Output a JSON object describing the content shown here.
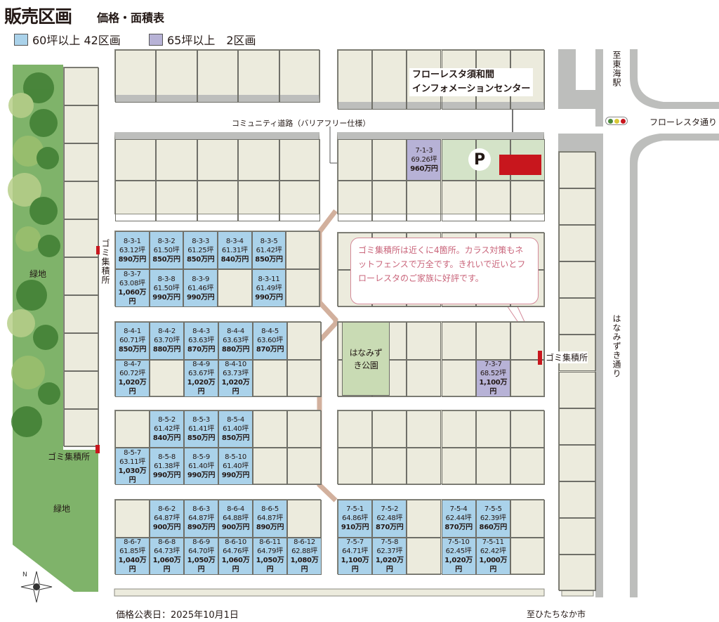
{
  "header": {
    "title": "販売区画",
    "subtitle": "価格・面積表"
  },
  "legend": [
    {
      "label": "60坪以上 42区画",
      "color": "#aad2ea"
    },
    {
      "label": "65坪以上　2区画",
      "color": "#b7b2d6"
    }
  ],
  "colors": {
    "lot": "#ecebdd",
    "green": "#7fb36a",
    "park": "#c9dbb4",
    "road": "#bdbebc",
    "path": "#d2b09d",
    "red": "#c8161d"
  },
  "labels": {
    "to_station": "至東海駅",
    "florestа_street": "フローレスタ通り",
    "hanamizuki_street": "はなみずき通り",
    "to_hitachinaka": "至ひたちなか市",
    "price_date": "価格公表日：2025年10月1日",
    "green_top": "緑地",
    "green_bottom": "緑地",
    "garbage_vertical": "ゴミ集積所",
    "garbage_left": "ゴミ集積所",
    "garbage_right": "ゴミ集積所",
    "community_road": "コミュニティ道路（バリアフリー仕様）",
    "info_center_line1": "フローレスタ須和間",
    "info_center_line2": "インフォメーションセンター",
    "parking": "P",
    "park": "はなみずき公園",
    "callout": "ゴミ集積所は近くに4箇所。カラス対策もネットフェンスで万全です。きれいで近いとフローレスタのご家族に好評です。"
  },
  "lots": {
    "8-3-1": {
      "area": "63.12坪",
      "price": "890万円",
      "cat": 0
    },
    "8-3-2": {
      "area": "61.50坪",
      "price": "850万円",
      "cat": 0
    },
    "8-3-3": {
      "area": "61.25坪",
      "price": "850万円",
      "cat": 0
    },
    "8-3-4": {
      "area": "61.31坪",
      "price": "840万円",
      "cat": 0
    },
    "8-3-5": {
      "area": "61.42坪",
      "price": "850万円",
      "cat": 0
    },
    "8-3-7": {
      "area": "63.08坪",
      "price": "1,060万円",
      "cat": 0
    },
    "8-3-8": {
      "area": "61.50坪",
      "price": "990万円",
      "cat": 0
    },
    "8-3-9": {
      "area": "61.46坪",
      "price": "990万円",
      "cat": 0
    },
    "8-3-11": {
      "area": "61.49坪",
      "price": "990万円",
      "cat": 0
    },
    "8-4-1": {
      "area": "60.71坪",
      "price": "850万円",
      "cat": 0
    },
    "8-4-2": {
      "area": "63.70坪",
      "price": "880万円",
      "cat": 0
    },
    "8-4-3": {
      "area": "63.63坪",
      "price": "870万円",
      "cat": 0
    },
    "8-4-4": {
      "area": "63.63坪",
      "price": "880万円",
      "cat": 0
    },
    "8-4-5": {
      "area": "63.60坪",
      "price": "870万円",
      "cat": 0
    },
    "8-4-7": {
      "area": "60.72坪",
      "price": "1,020万円",
      "cat": 0
    },
    "8-4-9": {
      "area": "63.67坪",
      "price": "1,020万円",
      "cat": 0
    },
    "8-4-10": {
      "area": "63.73坪",
      "price": "1,020万円",
      "cat": 0
    },
    "8-5-2": {
      "area": "61.42坪",
      "price": "840万円",
      "cat": 0
    },
    "8-5-3": {
      "area": "61.41坪",
      "price": "850万円",
      "cat": 0
    },
    "8-5-4": {
      "area": "61.40坪",
      "price": "850万円",
      "cat": 0
    },
    "8-5-7": {
      "area": "63.11坪",
      "price": "1,030万円",
      "cat": 0
    },
    "8-5-8": {
      "area": "61.38坪",
      "price": "990万円",
      "cat": 0
    },
    "8-5-9": {
      "area": "61.40坪",
      "price": "990万円",
      "cat": 0
    },
    "8-5-10": {
      "area": "61.40坪",
      "price": "990万円",
      "cat": 0
    },
    "8-6-2": {
      "area": "64.87坪",
      "price": "900万円",
      "cat": 0
    },
    "8-6-3": {
      "area": "64.87坪",
      "price": "890万円",
      "cat": 0
    },
    "8-6-4": {
      "area": "64.88坪",
      "price": "900万円",
      "cat": 0
    },
    "8-6-5": {
      "area": "64.87坪",
      "price": "890万円",
      "cat": 0
    },
    "8-6-7": {
      "area": "61.85坪",
      "price": "1,040万円",
      "cat": 0
    },
    "8-6-8": {
      "area": "64.73坪",
      "price": "1,060万円",
      "cat": 0
    },
    "8-6-9": {
      "area": "64.70坪",
      "price": "1,050万円",
      "cat": 0
    },
    "8-6-10": {
      "area": "64.76坪",
      "price": "1,060万円",
      "cat": 0
    },
    "8-6-11": {
      "area": "64.79坪",
      "price": "1,050万円",
      "cat": 0
    },
    "8-6-12": {
      "area": "62.88坪",
      "price": "1,080万円",
      "cat": 0
    },
    "7-5-1": {
      "area": "64.86坪",
      "price": "910万円",
      "cat": 0
    },
    "7-5-2": {
      "area": "62.48坪",
      "price": "870万円",
      "cat": 0
    },
    "7-5-4": {
      "area": "62.44坪",
      "price": "870万円",
      "cat": 0
    },
    "7-5-5": {
      "area": "62.39坪",
      "price": "860万円",
      "cat": 0
    },
    "7-5-7": {
      "area": "64.71坪",
      "price": "1,100万円",
      "cat": 0
    },
    "7-5-8": {
      "area": "62.37坪",
      "price": "1,020万円",
      "cat": 0
    },
    "7-5-10": {
      "area": "62.45坪",
      "price": "1,020万円",
      "cat": 0
    },
    "7-5-11": {
      "area": "62.42坪",
      "price": "1,000万円",
      "cat": 0
    },
    "7-1-3": {
      "area": "69.26坪",
      "price": "960万円",
      "cat": 1
    },
    "7-3-7": {
      "area": "68.52坪",
      "price": "1,100万円",
      "cat": 1
    }
  }
}
